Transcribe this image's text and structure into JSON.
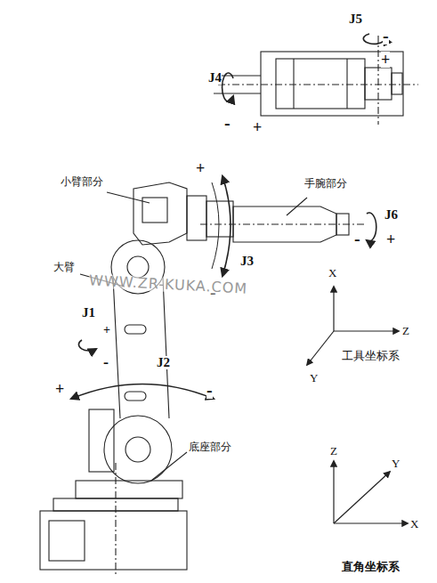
{
  "diagram": {
    "labels": [
      "J5",
      "-",
      "+",
      "J4",
      "-",
      "+",
      "+",
      "小臂部分",
      "手腕部分",
      "J6",
      "-",
      "+",
      "J3",
      "-",
      "大臂",
      "WWW.ZR-KUKA.COM",
      "J1",
      "+",
      "-",
      "J2",
      "+",
      "-",
      "X",
      "Z",
      "Y",
      "工具坐标系",
      "底座部分",
      "Z",
      "Y",
      "X",
      "直角坐标系"
    ]
  }
}
